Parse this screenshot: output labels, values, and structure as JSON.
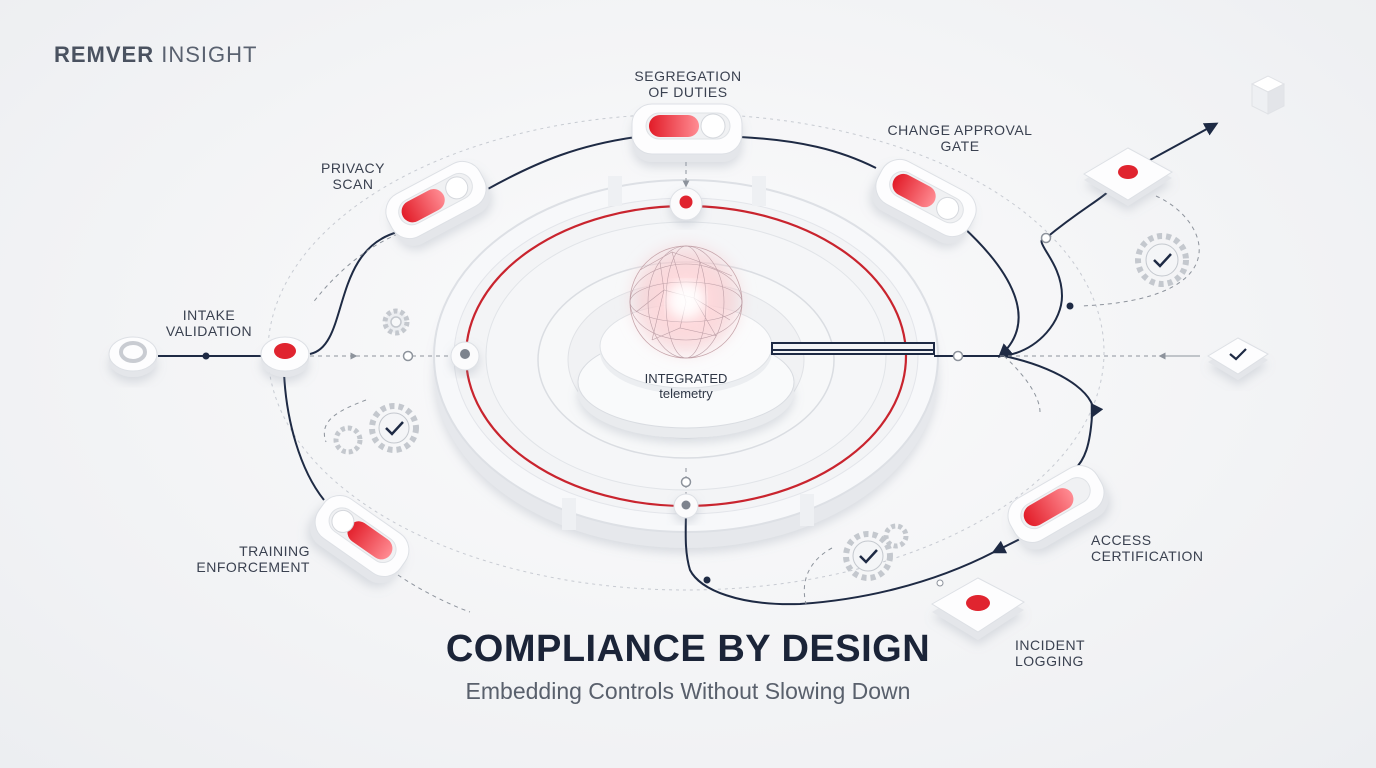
{
  "brand": {
    "bold": "REMVER",
    "light": "INSIGHT"
  },
  "title": "COMPLIANCE BY DESIGN",
  "subtitle": "Embedding Controls Without Slowing Down",
  "core": {
    "line1": "INTEGRATED",
    "line2": "telemetry"
  },
  "controls": {
    "segregation": {
      "line1": "SEGREGATION",
      "line2": "OF DUTIES"
    },
    "change": {
      "line1": "CHANGE APPROVAL",
      "line2": "GATE"
    },
    "privacy": {
      "line1": "PRIVACY",
      "line2": "SCAN"
    },
    "intake": {
      "line1": "INTAKE",
      "line2": "VALIDATION"
    },
    "training": {
      "line1": "TRAINING",
      "line2": "ENFORCEMENT"
    },
    "access": {
      "line1": "ACCESS",
      "line2": "CERTIFICATION"
    },
    "incident": {
      "line1": "INCIDENT",
      "line2": "LOGGING"
    }
  },
  "colors": {
    "accent": "#e0242f",
    "line": "#1e2a44",
    "muted": "#8d939c"
  }
}
